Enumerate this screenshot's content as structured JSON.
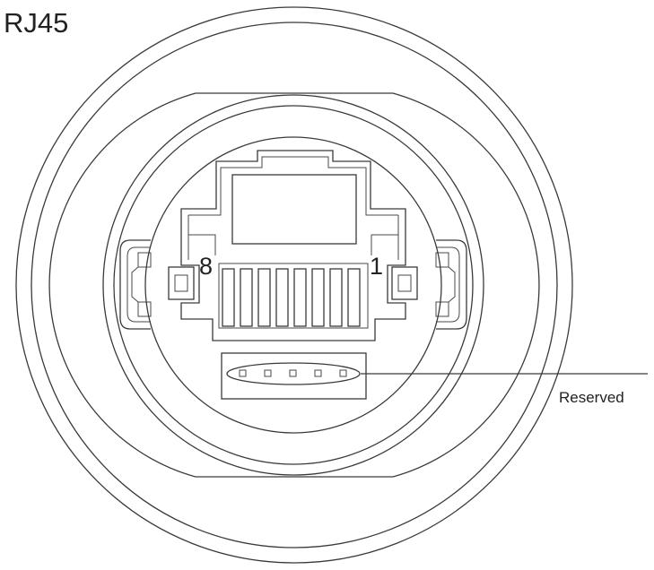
{
  "title": "RJ45",
  "labels": {
    "pin_left": "8",
    "pin_right": "1",
    "reserved": "Reserved"
  },
  "colors": {
    "line": "#3a3a3a",
    "text": "#222222",
    "background": "#ffffff"
  }
}
